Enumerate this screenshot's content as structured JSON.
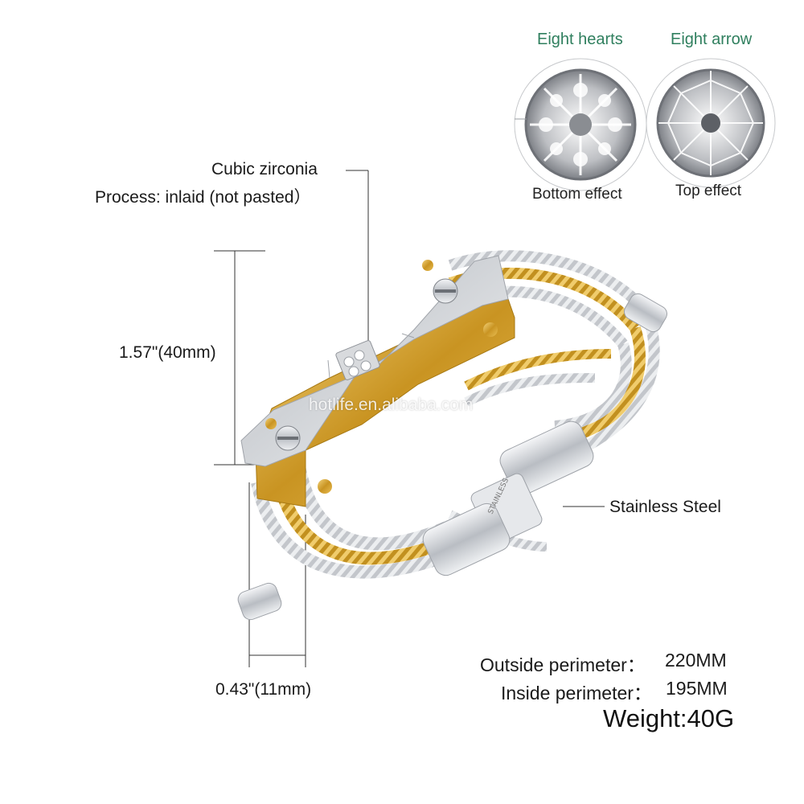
{
  "gems": {
    "left": {
      "title": "Eight hearts",
      "caption": "Bottom effect",
      "icon": "eight-hearts-diamond-icon"
    },
    "right": {
      "title": "Eight arrow",
      "caption": "Top effect",
      "icon": "eight-arrows-diamond-icon"
    }
  },
  "callouts": {
    "stone_line1": "Cubic zirconia",
    "stone_line2": "Process: inlaid (not pasted）",
    "height": "1.57\"(40mm)",
    "width": "0.43\"(11mm)",
    "material": "Stainless Steel"
  },
  "watermark": "hotlife.en.alibaba.com",
  "specs": {
    "outside_label": "Outside perimeter：",
    "outside_value": "220MM",
    "inside_label": "Inside perimeter：",
    "inside_value": "195MM",
    "weight": "Weight:40G"
  },
  "colors": {
    "gold": "#d4a437",
    "silver": "#c9ccd1",
    "title_green": "#2f7f5e"
  }
}
